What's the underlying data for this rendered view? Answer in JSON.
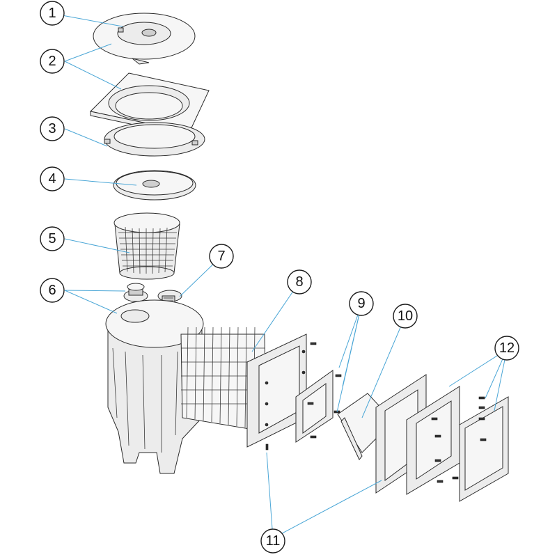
{
  "diagram": {
    "callouts": [
      {
        "id": "1",
        "label": "1"
      },
      {
        "id": "2",
        "label": "2"
      },
      {
        "id": "3",
        "label": "3"
      },
      {
        "id": "4",
        "label": "4"
      },
      {
        "id": "5",
        "label": "5"
      },
      {
        "id": "6",
        "label": "6"
      },
      {
        "id": "7",
        "label": "7"
      },
      {
        "id": "8",
        "label": "8"
      },
      {
        "id": "9",
        "label": "9"
      },
      {
        "id": "10",
        "label": "10"
      },
      {
        "id": "11",
        "label": "11"
      },
      {
        "id": "12",
        "label": "12"
      }
    ],
    "colors": {
      "leader": "#4aa6d6",
      "outline": "#2a2a2a",
      "fill": "#ececec"
    }
  }
}
